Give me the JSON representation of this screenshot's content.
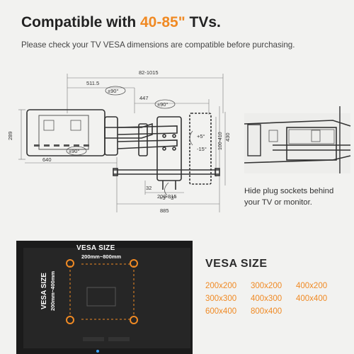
{
  "header": {
    "title_prefix": "Compatible with ",
    "title_accent": "40-85\"",
    "title_suffix": " TVs.",
    "subtitle": "Please check your TV VESA dimensions are compatible before purchasing."
  },
  "colors": {
    "accent": "#f08a24",
    "text_dark": "#222222",
    "background": "#f2f2f0",
    "tv_panel": "#1b1b1b"
  },
  "diagram": {
    "dimensions": {
      "overall_width": "82-1015",
      "arm_length": "511.5",
      "arm_extension": "447",
      "height": "289",
      "depth": "640",
      "plate_width": "200-815",
      "base_width": "885",
      "plate_height": "100-410",
      "total_height": "430",
      "spacing": "32"
    },
    "angles": {
      "swivel_left": "±90°",
      "swivel_right": "±90°",
      "swivel_bottom": "±90°",
      "tilt_up": "+5°",
      "tilt_down": "-15°",
      "rotation": "+3°  -3°"
    }
  },
  "note": {
    "line1": "Hide plug sockets behind",
    "line2": "your TV or monitor."
  },
  "vesa_panel": {
    "title": "VESA SIZE",
    "width_range": "200mm~800mm",
    "height_title": "VESA SIZE",
    "height_range": "200mm~400mm"
  },
  "vesa": {
    "title": "VESA SIZE",
    "sizes": [
      "200x200",
      "300x200",
      "400x200",
      "300x300",
      "400x300",
      "400x400",
      "600x400",
      "800x400"
    ]
  }
}
